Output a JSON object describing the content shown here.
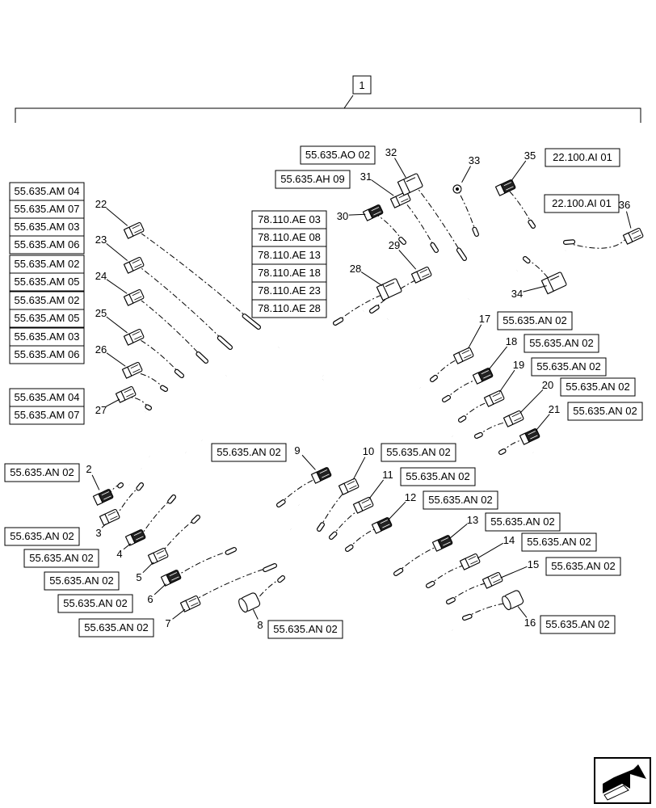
{
  "main_item_label": "1",
  "connectors": [
    {
      "num": "2",
      "refs": [
        "55.635.AN 02"
      ]
    },
    {
      "num": "3",
      "refs": [
        "55.635.AN 02"
      ]
    },
    {
      "num": "4",
      "refs": [
        "55.635.AN 02"
      ]
    },
    {
      "num": "5",
      "refs": [
        "55.635.AN 02"
      ]
    },
    {
      "num": "6",
      "refs": [
        "55.635.AN 02"
      ]
    },
    {
      "num": "7",
      "refs": [
        "55.635.AN 02"
      ]
    },
    {
      "num": "8",
      "refs": [
        "55.635.AN 02"
      ]
    },
    {
      "num": "9",
      "refs": [
        "55.635.AN 02"
      ]
    },
    {
      "num": "10",
      "refs": [
        "55.635.AN 02"
      ]
    },
    {
      "num": "11",
      "refs": [
        "55.635.AN 02"
      ]
    },
    {
      "num": "12",
      "refs": [
        "55.635.AN 02"
      ]
    },
    {
      "num": "13",
      "refs": [
        "55.635.AN 02"
      ]
    },
    {
      "num": "14",
      "refs": [
        "55.635.AN 02"
      ]
    },
    {
      "num": "15",
      "refs": [
        "55.635.AN 02"
      ]
    },
    {
      "num": "16",
      "refs": [
        "55.635.AN 02"
      ]
    },
    {
      "num": "17",
      "refs": [
        "55.635.AN 02"
      ]
    },
    {
      "num": "18",
      "refs": [
        "55.635.AN 02"
      ]
    },
    {
      "num": "19",
      "refs": [
        "55.635.AN 02"
      ]
    },
    {
      "num": "20",
      "refs": [
        "55.635.AN 02"
      ]
    },
    {
      "num": "21",
      "refs": [
        "55.635.AN 02"
      ]
    },
    {
      "num": "22",
      "refs": [
        "55.635.AM 04",
        "55.635.AM 07"
      ]
    },
    {
      "num": "23",
      "refs": [
        "55.635.AM 03",
        "55.635.AM 06"
      ]
    },
    {
      "num": "24",
      "refs": [
        "55.635.AM 02",
        "55.635.AM 05"
      ]
    },
    {
      "num": "25",
      "refs": [
        "55.635.AM 02",
        "55.635.AM 05"
      ]
    },
    {
      "num": "26",
      "refs": [
        "55.635.AM 03",
        "55.635.AM 06"
      ]
    },
    {
      "num": "27",
      "refs": [
        "55.635.AM 04",
        "55.635.AM 07"
      ]
    },
    {
      "num": "28",
      "refs": [
        "78.110.AE 03",
        "78.110.AE 08",
        "78.110.AE 13",
        "78.110.AE 18",
        "78.110.AE 23",
        "78.110.AE 28"
      ]
    },
    {
      "num": "29",
      "refs": []
    },
    {
      "num": "30",
      "refs": []
    },
    {
      "num": "31",
      "refs": [
        "55.635.AH 09"
      ]
    },
    {
      "num": "32",
      "refs": [
        "55.635.AO 02"
      ]
    },
    {
      "num": "33",
      "refs": []
    },
    {
      "num": "34",
      "refs": []
    },
    {
      "num": "35",
      "refs": [
        "22.100.AI 01"
      ]
    },
    {
      "num": "36",
      "refs": [
        "22.100.AI 01"
      ]
    }
  ],
  "nav_icon": "next-page-arrow-icon"
}
